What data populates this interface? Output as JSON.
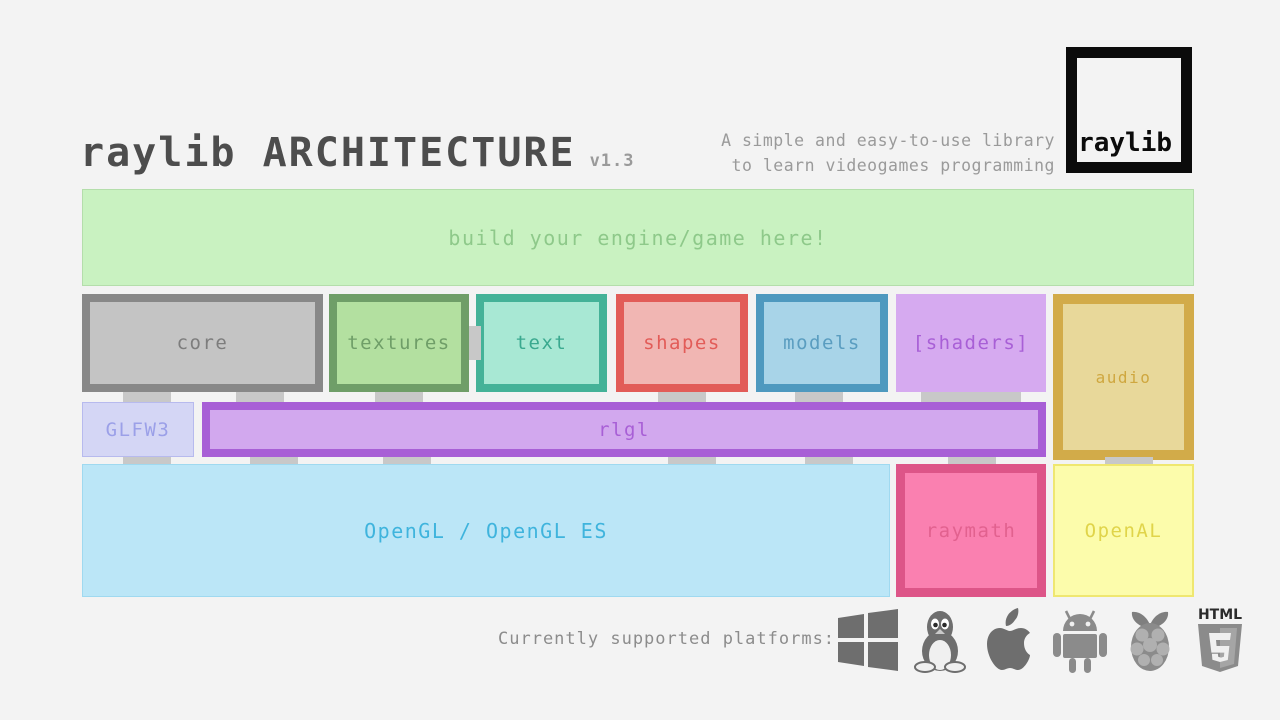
{
  "header": {
    "title": "raylib ARCHITECTURE",
    "version": "v1.3",
    "tagline_line1": "A simple and easy-to-use library",
    "tagline_line2": "to learn videogames programming"
  },
  "logo": {
    "text": "raylib"
  },
  "banner": {
    "label": "build your engine/game here!"
  },
  "modules": [
    {
      "label": "core",
      "fill": "#c4c4c4",
      "border": "#888888",
      "text": "#7d7d7d"
    },
    {
      "label": "textures",
      "fill": "#b3e0a0",
      "border": "#6f9e68",
      "text": "#6f9e68"
    },
    {
      "label": "text",
      "fill": "#a8e8d4",
      "border": "#44b298",
      "text": "#3aa98f"
    },
    {
      "label": "shapes",
      "fill": "#f1b6b3",
      "border": "#e25c58",
      "text": "#e25c58"
    },
    {
      "label": "models",
      "fill": "#a8d4e8",
      "border": "#4e99bf",
      "text": "#5a9dc0"
    },
    {
      "label": "[shaders]",
      "fill": "#d6aaf0",
      "border": "#a85fd6",
      "text": "#a85fd6"
    },
    {
      "label": "audio",
      "fill": "#e8d89a",
      "border": "#d2ab49",
      "text": "#cfa73f"
    }
  ],
  "middle_layer": {
    "glfw3": {
      "label": "GLFW3",
      "fill": "#d4d6f5",
      "border": "#b7baee",
      "text": "#9ba0e8"
    },
    "rlgl": {
      "label": "rlgl",
      "fill": "#d2a8ee",
      "border": "#a85fd6",
      "text": "#a85fd6"
    }
  },
  "bottom_layer": {
    "opengl": {
      "label": "OpenGL / OpenGL ES",
      "fill": "#bbe6f7",
      "border": "#9fd9f0",
      "text": "#3fb4dd"
    },
    "raymath": {
      "label": "raymath",
      "fill": "#fa80b0",
      "border": "#dd5588",
      "text": "#e2618f"
    },
    "openal": {
      "label": "OpenAL",
      "fill": "#fcfcab",
      "border": "#efe770",
      "text": "#e0d44a"
    }
  },
  "platforms": {
    "label": "Currently supported platforms:",
    "icons": [
      "windows-icon",
      "linux-icon",
      "apple-icon",
      "android-icon",
      "raspberrypi-icon",
      "html5-icon"
    ]
  },
  "theme": {
    "background": "#f3f3f3",
    "connector_tab": "#c8c8c8"
  }
}
